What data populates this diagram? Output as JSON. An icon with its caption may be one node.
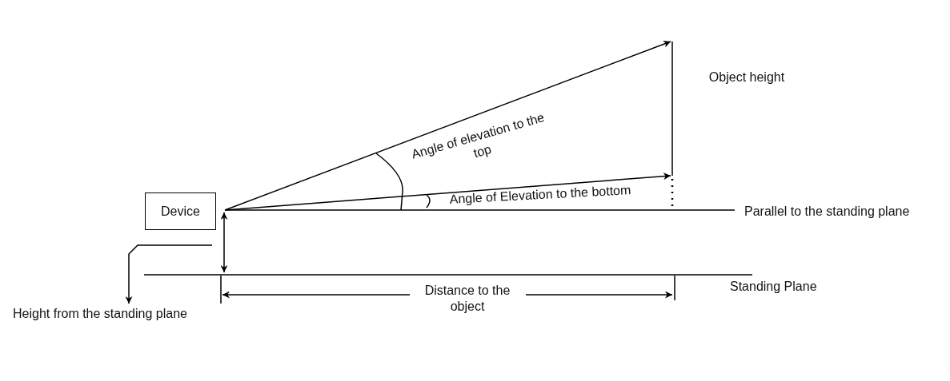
{
  "diagram": {
    "nodes": [
      {
        "text": [
          "Device"
        ]
      },
      {
        "text": [
          "Height from the standing plane"
        ]
      }
    ],
    "edges": [
      {
        "from": null,
        "to": 1,
        "arrow": "to"
      }
    ],
    "labels": [
      "Object height",
      "Angle of elevation to the top",
      "Angle of Elevation to the bottom",
      "Parallel to the standing plane",
      "Standing Plane",
      "Distance to the object"
    ]
  }
}
